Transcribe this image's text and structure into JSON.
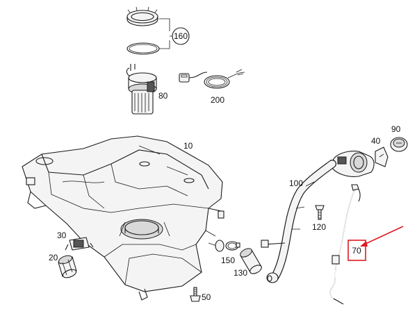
{
  "diagram": {
    "part_labels": {
      "p160": "160",
      "p80": "80",
      "p200": "200",
      "p10": "10",
      "p40": "40",
      "p90": "90",
      "p100": "100",
      "p120": "120",
      "p70": "70",
      "p30": "30",
      "p20": "20",
      "p150": "150",
      "p130": "130",
      "p50": "50"
    },
    "highlighted_part": "70",
    "colors": {
      "highlight": "#e0191e",
      "ink": "#1a1a1a"
    }
  }
}
